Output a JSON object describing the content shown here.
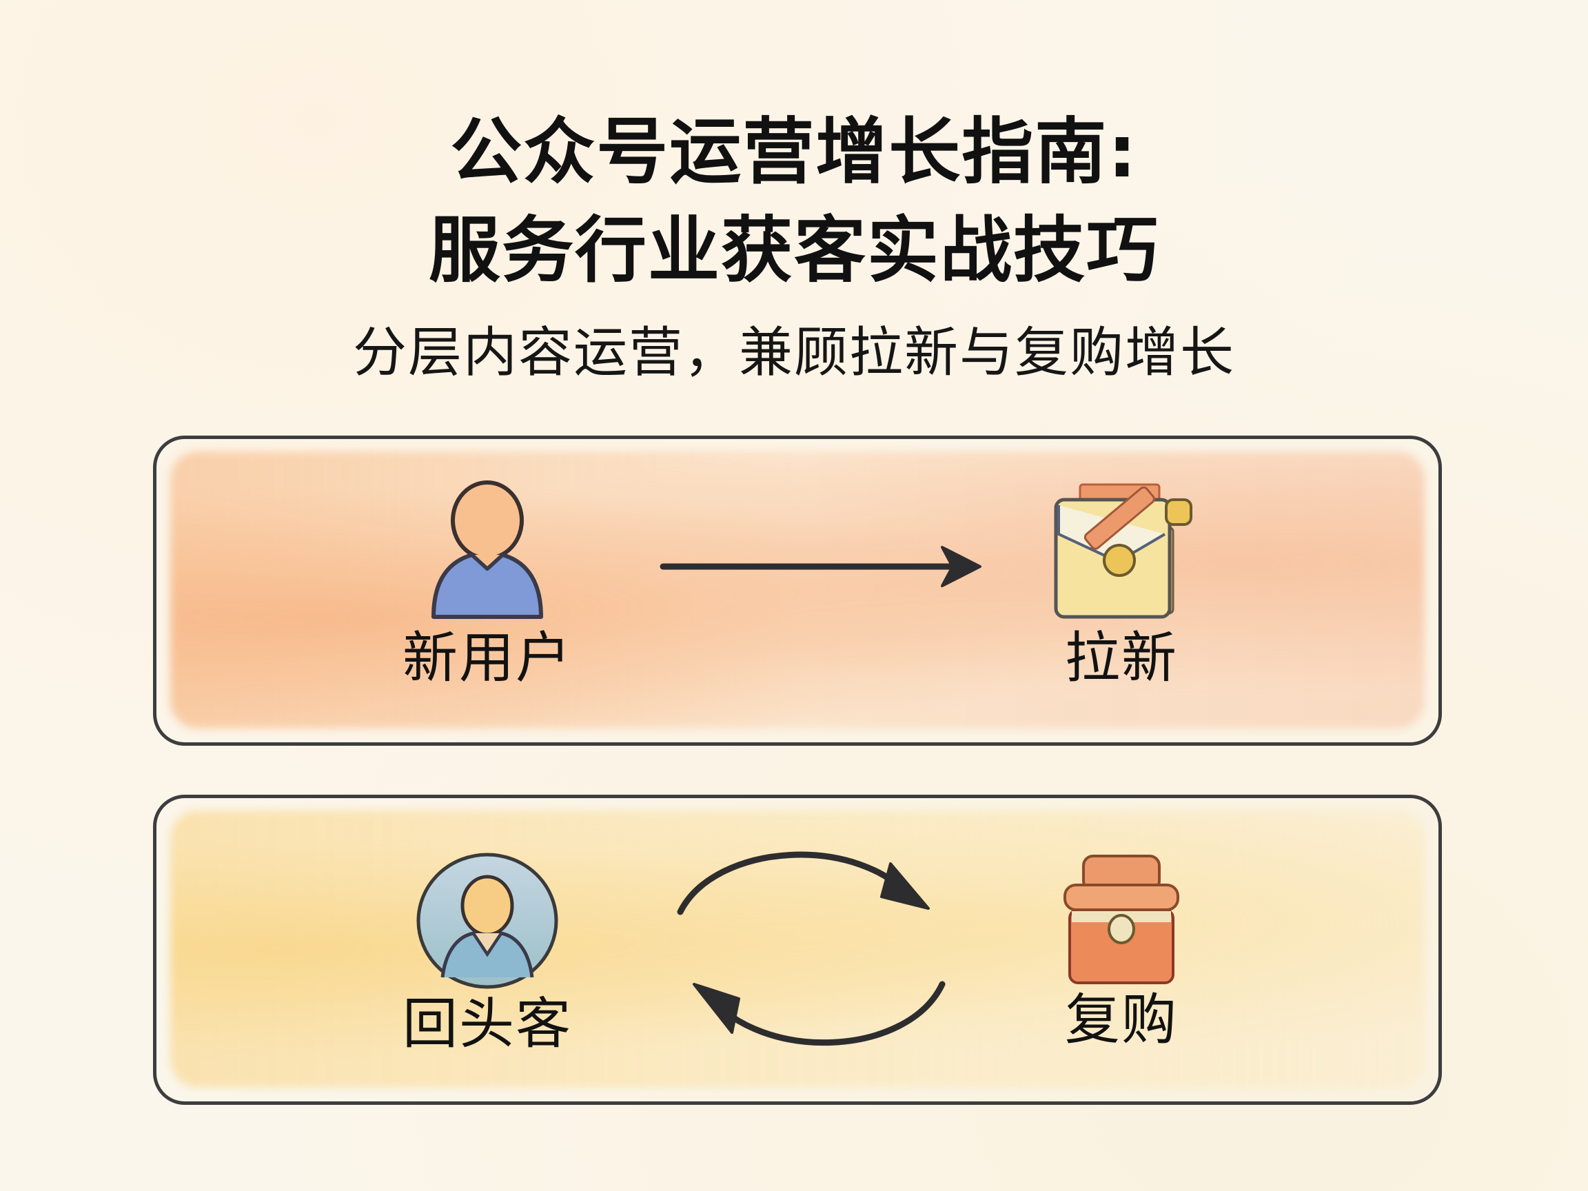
{
  "header": {
    "title_line1": "公众号运营增长指南:",
    "title_line2": "服务行业获客实战技巧",
    "subtitle": "分层内容运营，兼顾拉新与复购增长"
  },
  "panels": [
    {
      "id": "acquisition",
      "background_color": "#f8c79a",
      "left_node": {
        "label": "新用户",
        "icon": "person-icon"
      },
      "connector": {
        "type": "arrow-right",
        "icon": "arrow-right-icon"
      },
      "right_node": {
        "label": "拉新",
        "icon": "envelope-megaphone-icon"
      }
    },
    {
      "id": "retention",
      "background_color": "#f9dc9e",
      "left_node": {
        "label": "回头客",
        "icon": "user-avatar-circle-icon"
      },
      "connector": {
        "type": "cycle-arrows",
        "icon": "cycle-arrows-icon"
      },
      "right_node": {
        "label": "复购",
        "icon": "shopping-bag-icon"
      }
    }
  ],
  "colors": {
    "background": "#fbf6ec",
    "outline": "#3d3d3f",
    "person_skin": "#f7c08e",
    "person_shirt": "#7f9ad6",
    "avatar_bg": "#a9c8d8",
    "envelope": "#f4dc8c",
    "envelope_accent": "#ec9560",
    "bag": "#ec8a5a",
    "bag_clasp": "#efe4bd"
  }
}
